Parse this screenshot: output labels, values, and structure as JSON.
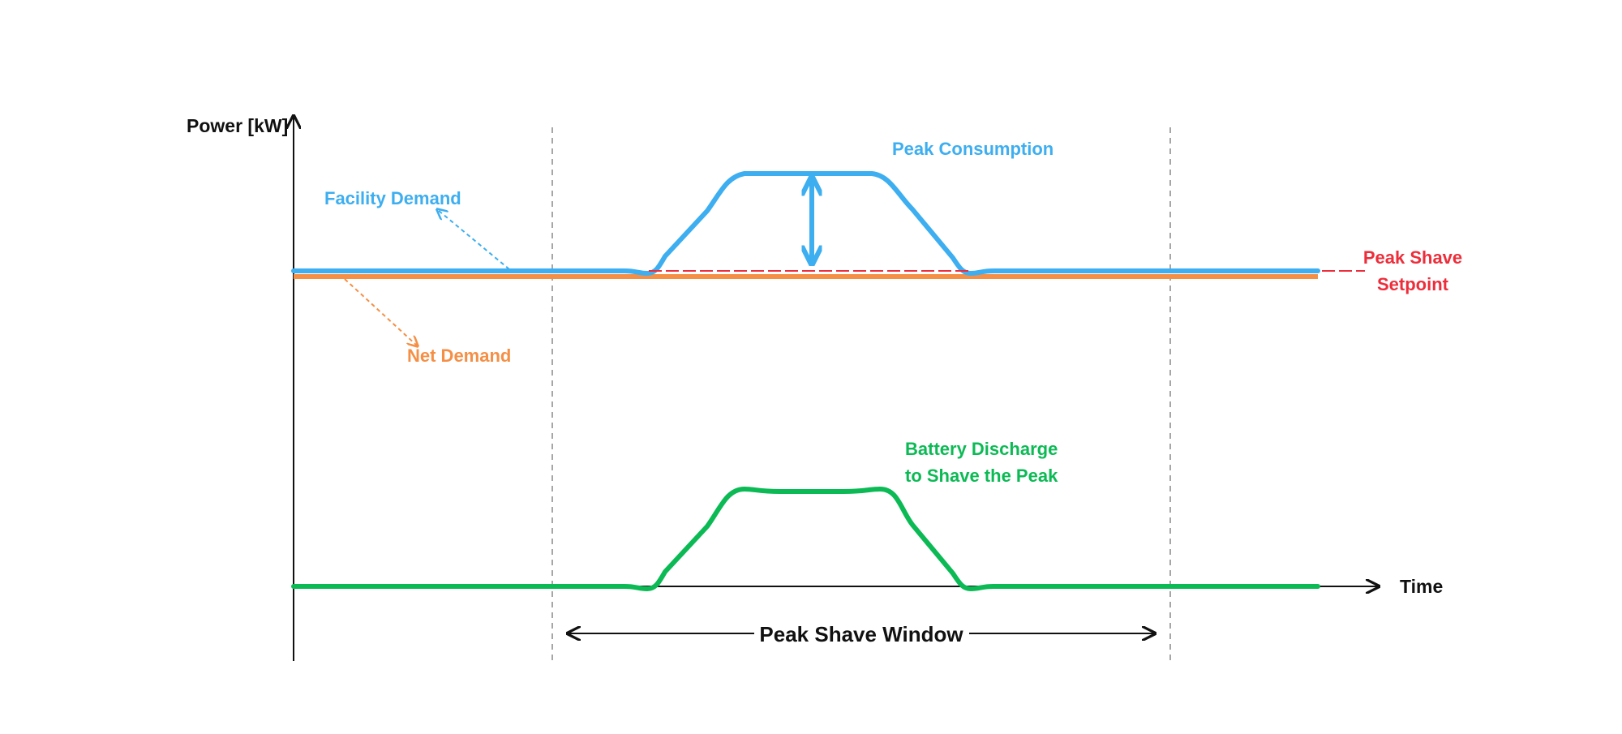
{
  "labels": {
    "y_axis": "Power [kW]",
    "x_axis": "Time",
    "facility_demand": "Facility Demand",
    "net_demand": "Net Demand",
    "peak_consumption": "Peak Consumption",
    "setpoint_line1": "Peak Shave",
    "setpoint_line2": "Setpoint",
    "battery_line1": "Battery Discharge",
    "battery_line2": "to Shave the Peak",
    "window": "Peak Shave Window"
  },
  "colors": {
    "facility_demand": "#3daef0",
    "net_demand": "#f58f45",
    "setpoint": "#ee2d3a",
    "battery": "#0cba55",
    "axis": "#111111",
    "window_guides": "#a6a6a6"
  }
}
